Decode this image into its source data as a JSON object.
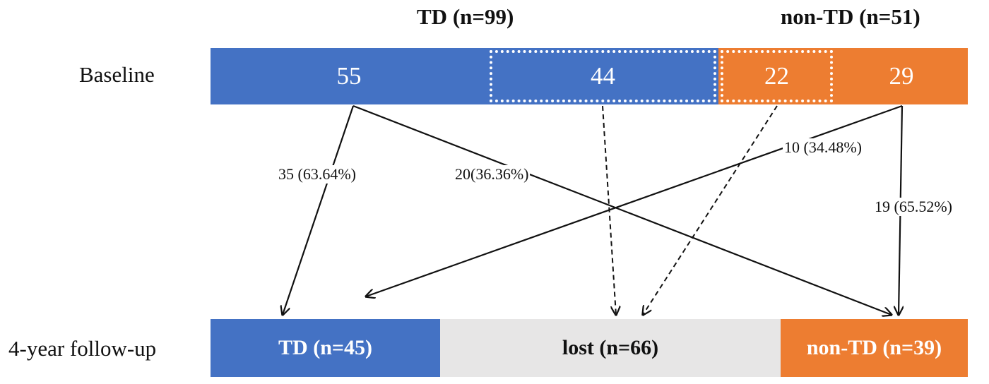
{
  "headers": {
    "td": "TD (n=99)",
    "non_td": "non-TD (n=51)"
  },
  "rows": {
    "baseline": "Baseline",
    "followup": "4-year follow-up"
  },
  "colors": {
    "td": "#4472C4",
    "non_td": "#ED7D31",
    "lost": "#E7E6E6",
    "arrow": "#111111"
  },
  "baseline": [
    {
      "value": "55",
      "group": "td",
      "followed": true
    },
    {
      "value": "44",
      "group": "td",
      "followed": false
    },
    {
      "value": "22",
      "group": "non_td",
      "followed": false
    },
    {
      "value": "29",
      "group": "non_td",
      "followed": true
    }
  ],
  "followup": [
    {
      "label": "TD (n=45)",
      "group": "td"
    },
    {
      "label": "lost (n=66)",
      "group": "lost"
    },
    {
      "label": "non-TD (n=39)",
      "group": "non_td"
    }
  ],
  "flows": [
    {
      "from": "55",
      "to": "TD (n=45)",
      "label": "35 (63.64%)",
      "style": "solid"
    },
    {
      "from": "55",
      "to": "non-TD (n=39)",
      "label": "20(36.36%)",
      "style": "solid"
    },
    {
      "from": "29",
      "to": "TD (n=45)",
      "label": "10 (34.48%)",
      "style": "solid"
    },
    {
      "from": "29",
      "to": "non-TD (n=39)",
      "label": "19 (65.52%)",
      "style": "solid"
    },
    {
      "from": "44",
      "to": "lost (n=66)",
      "label": "",
      "style": "dashed"
    },
    {
      "from": "22",
      "to": "lost (n=66)",
      "label": "",
      "style": "dashed"
    }
  ]
}
